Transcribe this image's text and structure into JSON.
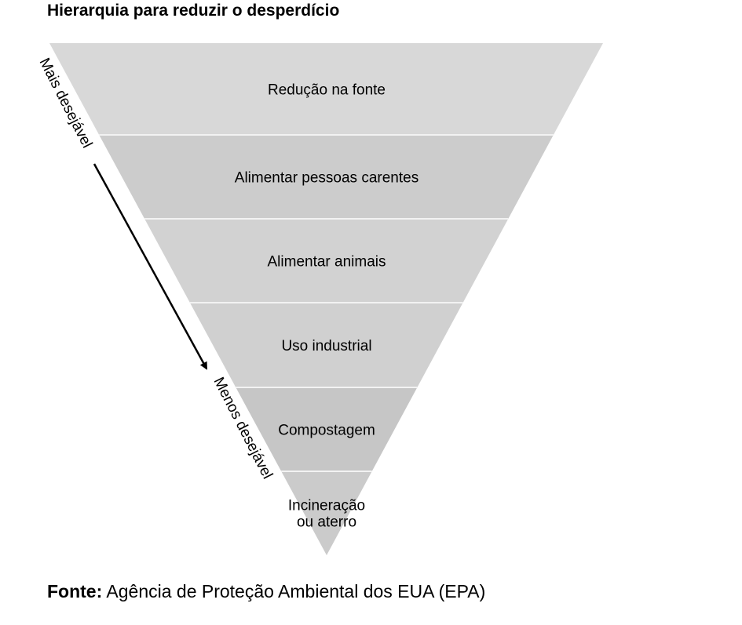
{
  "title": "Hierarquia para reduzir o desperdício",
  "levels": [
    {
      "label": "Redução na fonte",
      "fill": "#d8d8d8"
    },
    {
      "label": "Alimentar pessoas carentes",
      "fill": "#cccccc"
    },
    {
      "label": "Alimentar animais",
      "fill": "#d2d2d2"
    },
    {
      "label": "Uso industrial",
      "fill": "#d0d0d0"
    },
    {
      "label": "Compostagem",
      "fill": "#c6c6c6"
    },
    {
      "label": "Incineração\nou aterro",
      "fill": "#cbcbcb"
    }
  ],
  "arrow": {
    "top_label": "Mais desejável",
    "bottom_label": "Menos desejável"
  },
  "source": {
    "prefix": "Fonte:",
    "text": "Agência de Proteção Ambiental dos EUA (EPA)"
  },
  "colors": {
    "separator": "#f2f2f2",
    "text": "#000000"
  }
}
